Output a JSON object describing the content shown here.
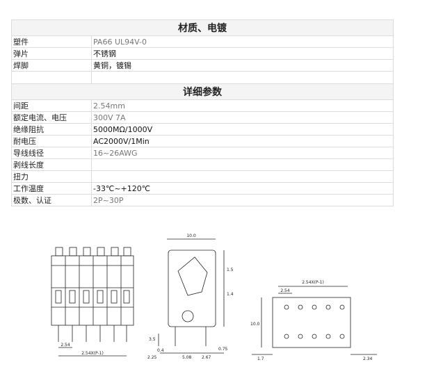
{
  "materials": {
    "title": "材质、电镀",
    "rows": [
      {
        "label": "塑件",
        "value": "PA66 UL94V-0"
      },
      {
        "label": "弹片",
        "value": "不锈钢"
      },
      {
        "label": "焊脚",
        "value": "黄铜，镀锡"
      }
    ]
  },
  "specs": {
    "title": "详细参数",
    "rows": [
      {
        "label": "间距",
        "value": "2.54mm"
      },
      {
        "label": "额定电流、电压",
        "value": "300V  7A"
      },
      {
        "label": "绝缘阻抗",
        "value": "5000MΩ/1000V"
      },
      {
        "label": "耐电压",
        "value": "AC2000V/1Min"
      },
      {
        "label": "导线线径",
        "value": "16~26AWG"
      },
      {
        "label": "剥线长度",
        "value": ""
      },
      {
        "label": "扭力",
        "value": ""
      },
      {
        "label": "工作温度",
        "value": "-33℃~+120℃"
      },
      {
        "label": "极数、认证",
        "value": "2P~30P"
      }
    ]
  },
  "drawings": {
    "front": {
      "pitch": "2.54",
      "length": "2.54X(P-1)"
    },
    "side": {
      "width": "10.0",
      "h1": "1.5",
      "h2": "1.4",
      "lead": "3.5",
      "d1": "0.4",
      "d2": "2.25",
      "d3": "5.08",
      "d4": "2.67",
      "d5": "0.75"
    },
    "footprint": {
      "row": "2.54X(P-1)",
      "pitch": "2.54",
      "height": "10.0",
      "x1": "1.7",
      "x2": "2.34"
    }
  }
}
